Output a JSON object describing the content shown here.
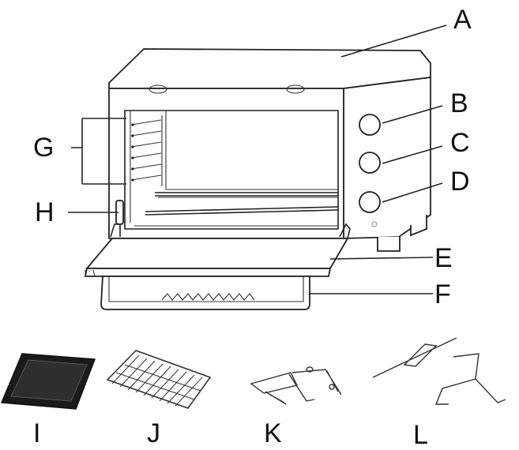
{
  "labels": {
    "A": "A",
    "B": "B",
    "C": "C",
    "D": "D",
    "E": "E",
    "F": "F",
    "G": "G",
    "H": "H",
    "I": "I",
    "J": "J",
    "K": "K",
    "L": "L"
  },
  "colors": {
    "line": "#222222",
    "tray": "#1a1a1a",
    "background": "#ffffff"
  }
}
